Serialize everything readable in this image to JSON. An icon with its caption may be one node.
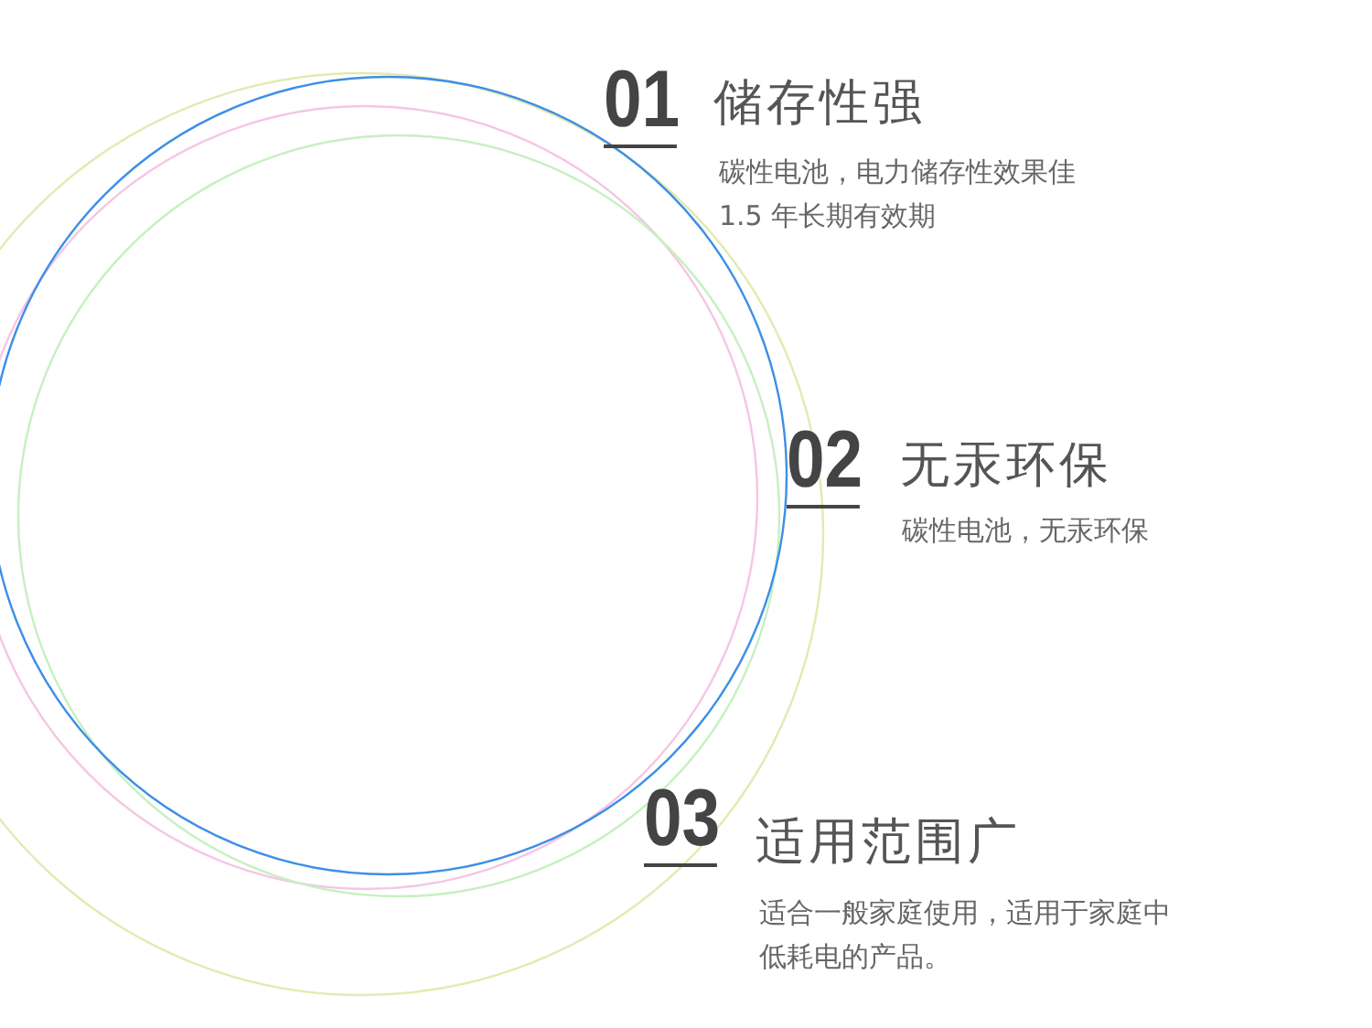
{
  "diagram": {
    "labels": [
      "01",
      "储存性强",
      "碳性电池，电力储存性效果佳",
      "1.5 年长期有效期",
      "02",
      "无汞环保",
      "碳性电池，无汞环保",
      "03",
      "适用范围广",
      "适合一般家庭使用，适用于家庭中",
      "低耗电的产品。"
    ]
  }
}
